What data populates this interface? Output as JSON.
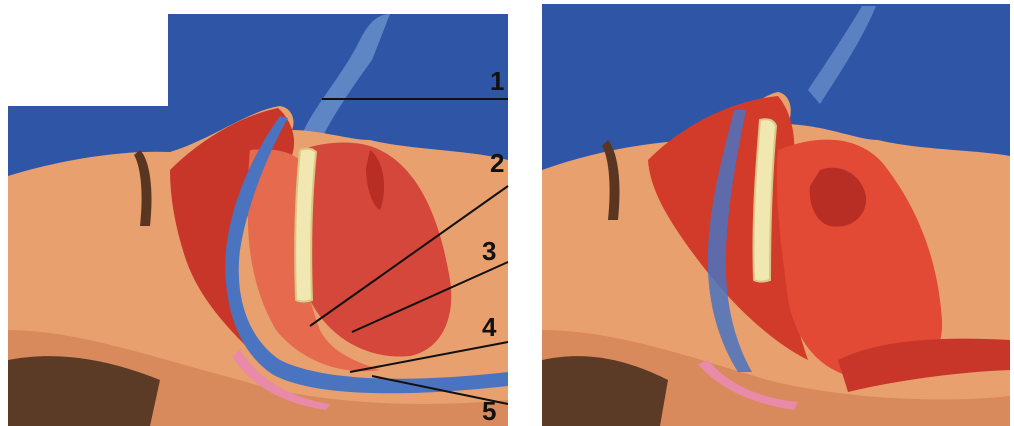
{
  "labels": {
    "l1": "1",
    "l2": "2",
    "l3": "3",
    "l4": "4",
    "l5": "5"
  },
  "colors": {
    "background_blue": "#2f56a6",
    "skin": "#e9a06f",
    "tissue_red": "#c8362a",
    "airway_blue": "#4a73c0",
    "bone": "#f1e7b0",
    "leader_line": "#111111"
  },
  "panels": {
    "left": "open-airway",
    "right": "obstructed-airway"
  }
}
